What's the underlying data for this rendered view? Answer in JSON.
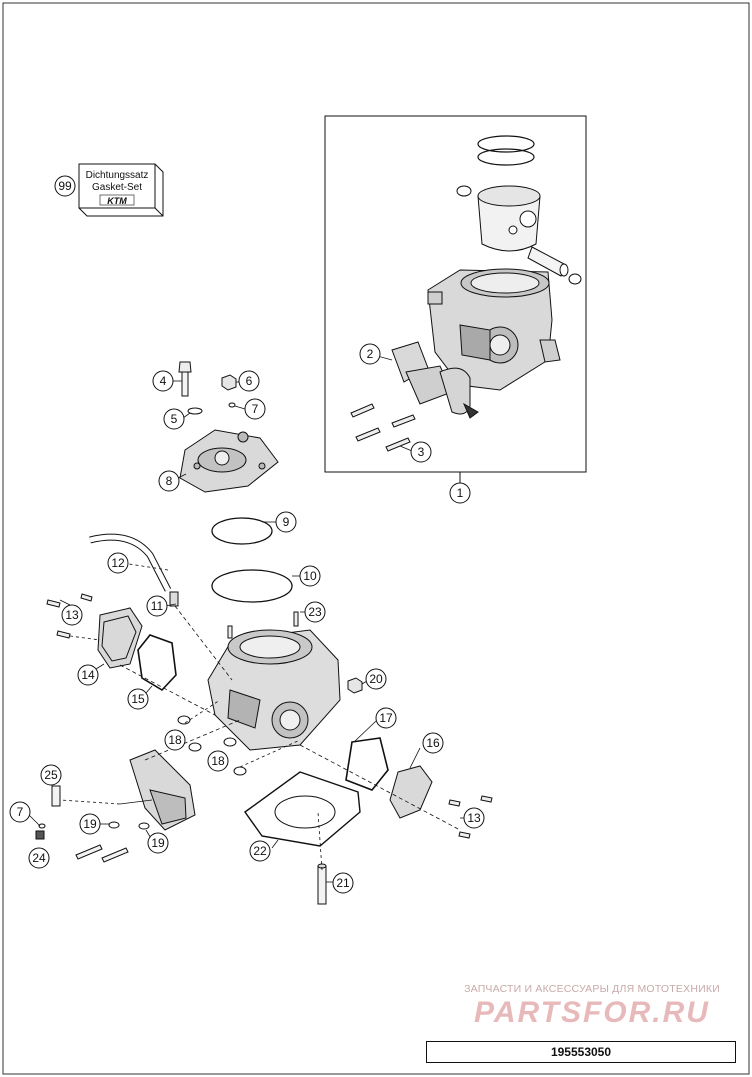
{
  "gasket_kit": {
    "callout": "99",
    "line1": "Dichtungssatz",
    "line2": "Gasket-Set",
    "logo": "KTM"
  },
  "callouts": {
    "c1": "1",
    "c2": "2",
    "c3": "3",
    "c4": "4",
    "c5": "5",
    "c6": "6",
    "c7": "7",
    "c7b": "7",
    "c8": "8",
    "c9": "9",
    "c10": "10",
    "c11": "11",
    "c12": "12",
    "c13": "13",
    "c13b": "13",
    "c14": "14",
    "c15": "15",
    "c16": "16",
    "c17": "17",
    "c18": "18",
    "c18b": "18",
    "c19": "19",
    "c19b": "19",
    "c20": "20",
    "c21": "21",
    "c22": "22",
    "c23": "23",
    "c24": "24",
    "c25": "25"
  },
  "watermark": {
    "caption": "ЗАПЧАСТИ И АКСЕССУАРЫ ДЛЯ МОТОТЕХНИКИ",
    "logo": "PARTSFOR.RU"
  },
  "diagram_number": "195553050",
  "colors": {
    "line": "#111111",
    "part_fill": "#d9d9d9",
    "watermark": "#e7b9ba"
  }
}
